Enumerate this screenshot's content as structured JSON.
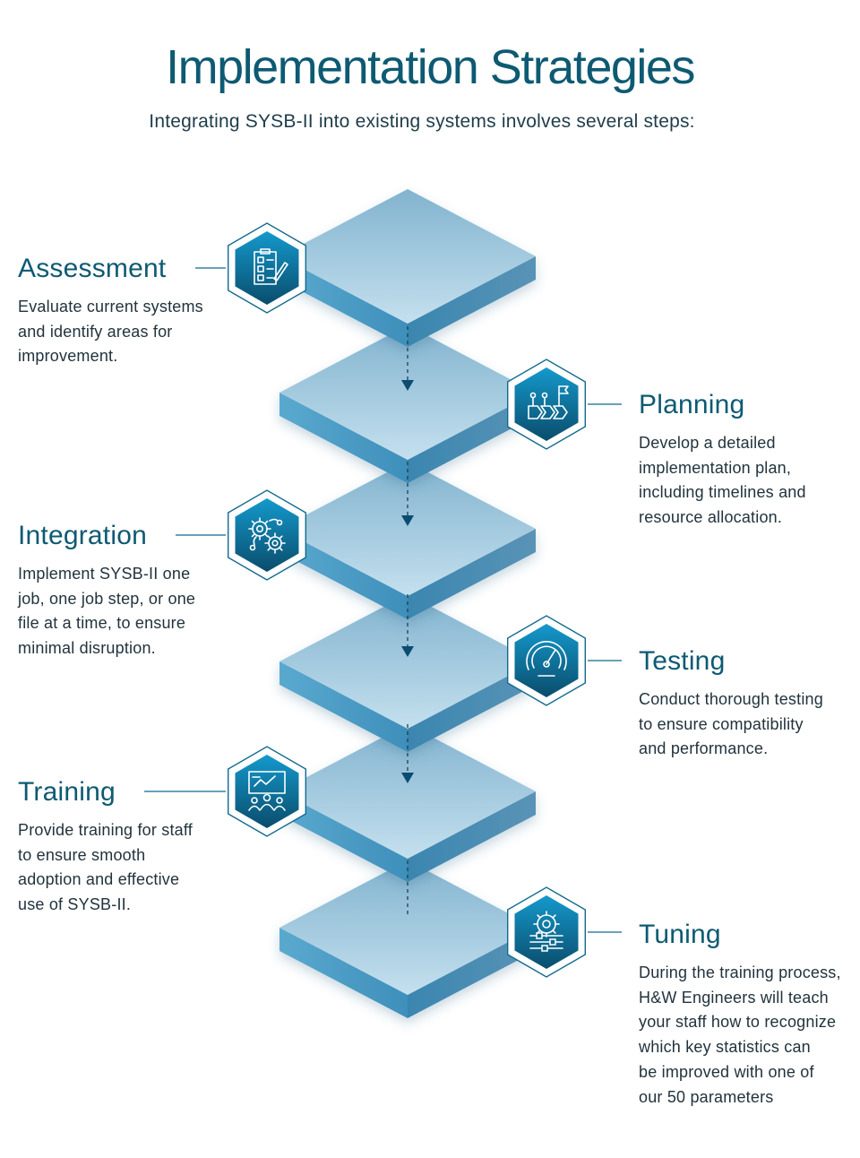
{
  "header": {
    "title": "Implementation Strategies",
    "subtitle": "Integrating SYSB-II into existing systems involves several steps:"
  },
  "colors": {
    "title": "#0d5a72",
    "text": "#22333d",
    "icon_gradient_top": "#1294c6",
    "icon_gradient_bottom": "#0a4f6e",
    "layer_top_light": "#b9d9ea",
    "layer_top_dark": "#8dbcd6",
    "layer_side": "#5aa7cc"
  },
  "steps": [
    {
      "title": "Assessment",
      "description": "Evaluate current systems and identify areas for improvement.",
      "lines": [
        "Evaluate current systems",
        "and identify areas for",
        "improvement."
      ],
      "icon": "checklist-icon",
      "side": "left"
    },
    {
      "title": "Planning",
      "description": "Develop a detailed implementation plan, including timelines and resource allocation.",
      "lines": [
        "Develop a detailed",
        "implementation plan,",
        "including timelines and",
        "resource allocation."
      ],
      "icon": "roadmap-flag-icon",
      "side": "right"
    },
    {
      "title": "Integration",
      "description": "Implement SYSB-II one job, one job step, or one file at a time, to ensure minimal disruption.",
      "lines": [
        "Implement SYSB-II one",
        "job, one job step, or one",
        "file at a time, to ensure",
        "minimal disruption."
      ],
      "icon": "gears-icon",
      "side": "left"
    },
    {
      "title": "Testing",
      "description": "Conduct thorough testing to ensure compatibility and performance.",
      "lines": [
        "Conduct thorough testing",
        "to ensure compatibility",
        "and performance."
      ],
      "icon": "gauge-icon",
      "side": "right"
    },
    {
      "title": "Training",
      "description": "Provide training for staff to ensure smooth adoption and effective use of SYSB-II.",
      "lines": [
        "Provide training for staff",
        "to ensure smooth",
        "adoption and effective",
        "use of SYSB-II."
      ],
      "icon": "presentation-icon",
      "side": "left"
    },
    {
      "title": "Tuning",
      "description": "During the training process, H&W Engineers will teach your staff how to recognize which key statistics can be improved with one of our 50 parameters",
      "lines": [
        "During the training process,",
        "H&W Engineers will teach",
        "your staff how to recognize",
        "which key statistics can",
        "be improved with one of",
        "our 50 parameters"
      ],
      "icon": "settings-sliders-icon",
      "side": "right"
    }
  ]
}
